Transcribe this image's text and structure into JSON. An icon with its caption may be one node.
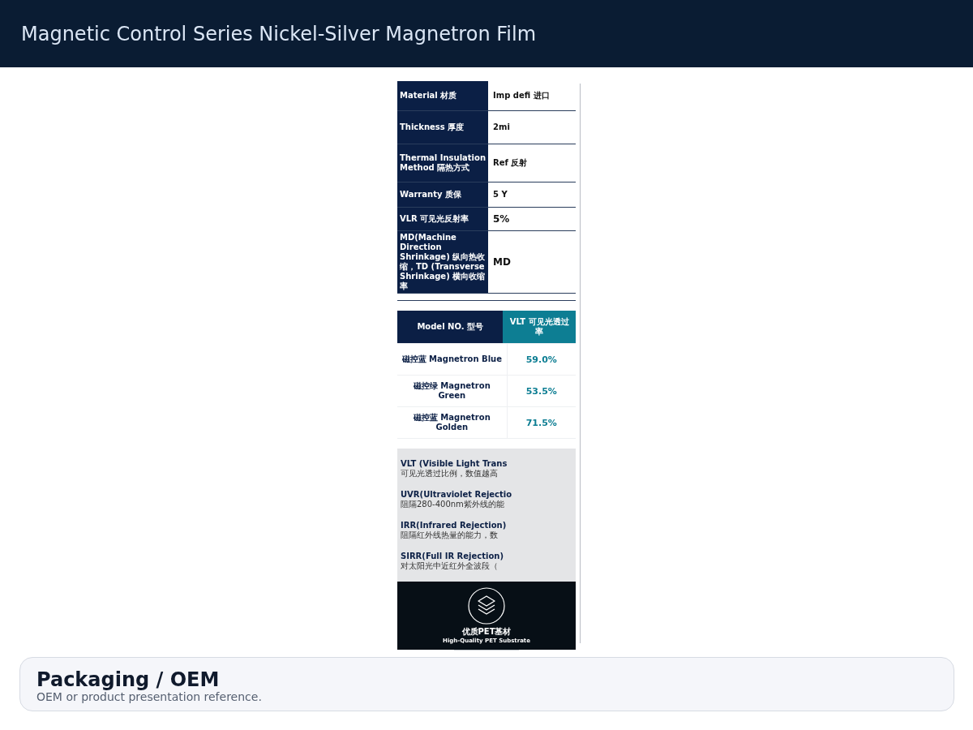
{
  "diagram": {
    "title": "Magnetic Control Series Nickel-Silver Magnetron Film",
    "labels": [
      "Material 材质",
      "Imp defi 进口",
      "Thickness 厚度",
      "2mi",
      "Thermal Insulation Method 隔热方式",
      "Ref 反射",
      "Warranty 质保",
      "5 Y",
      "VLR 可见光反射率",
      "5%",
      "MD(Machine Direction Shrinkage) 纵向热收缩，TD (Transverse Shrinkage) 横向收缩率",
      "MD",
      "Model NO. 型号",
      "VLT 可见光透过率",
      "磁控蓝 Magnetron Blue",
      "59.0%",
      "磁控绿 Magnetron Green",
      "53.5%",
      "磁控蓝 Magnetron Golden",
      "71.5%",
      "VLT (Visible Light Trans",
      "可见光透过比例，数值越高",
      "UVR(Ultraviolet Rejectio",
      "阻隔280-400nm紫外线的能",
      "IRR(Infrared Rejection)",
      "阻隔红外线热量的能力，数",
      "SIRR(Full IR Rejection)",
      "对太阳光中近红外全波段（",
      "优质PET基材",
      "High-Quality PET Substrate",
      "Packaging / OEM",
      "OEM or product presentation reference."
    ]
  }
}
